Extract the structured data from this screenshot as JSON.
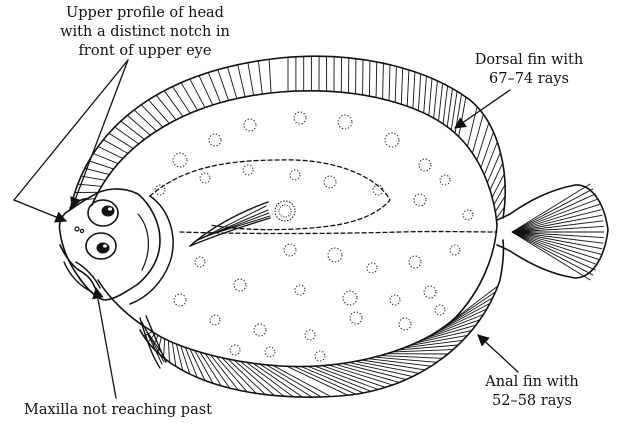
{
  "annotations": {
    "head_profile": [
      "Upper profile of head",
      "with a distinct notch in",
      "front of upper eye"
    ],
    "dorsal_fin": [
      "Dorsal fin with",
      "67–74 rays"
    ],
    "anal_fin": [
      "Anal fin with",
      "52–58 rays"
    ],
    "maxilla": [
      "Maxilla not reaching past"
    ]
  }
}
